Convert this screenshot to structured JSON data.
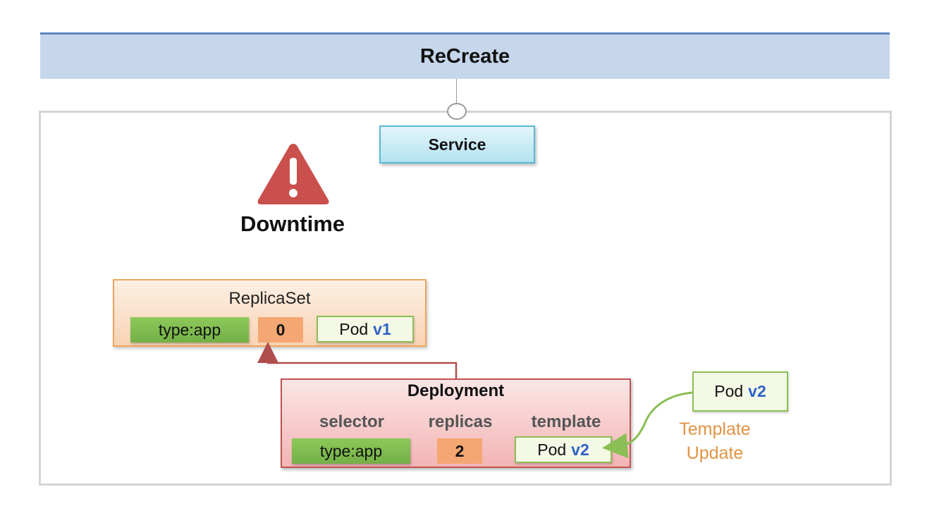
{
  "title": "ReCreate",
  "service": {
    "label": "Service"
  },
  "warning": {
    "label": "Downtime",
    "icon": "warning-icon",
    "color": "#c9504c"
  },
  "replicaset": {
    "title": "ReplicaSet",
    "selector_value": "type:app",
    "replicas": "0",
    "pod_label": "Pod",
    "pod_version": "v1"
  },
  "deployment": {
    "title": "Deployment",
    "columns": [
      "selector",
      "replicas",
      "template"
    ],
    "selector_value": "type:app",
    "replicas": "2",
    "pod_label": "Pod",
    "pod_version": "v2"
  },
  "new_pod": {
    "label": "Pod",
    "version": "v2"
  },
  "template_update": {
    "line1": "Template",
    "line2": "Update"
  },
  "colors": {
    "title_bg": "#c6d7ec",
    "service_border": "#58b7d6",
    "replicaset_border": "#eea35c",
    "deployment_border": "#c05252",
    "pod_green": "#8bbe55",
    "version_blue": "#2f62c8",
    "arrow_red": "#b04d4d",
    "template_text": "#e09445"
  }
}
